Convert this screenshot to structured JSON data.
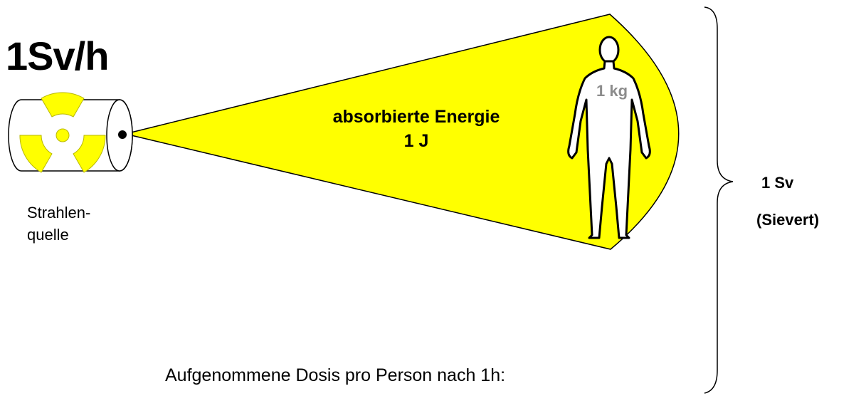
{
  "dose_rate": "1Sv/h",
  "source": {
    "label_line1": "Strahlen-",
    "label_line2": "quelle",
    "icon": "radiation-trefoil-icon"
  },
  "beam": {
    "label_line1": "absorbierte Energie",
    "label_line2": "1 J",
    "color": "#ffff00"
  },
  "person": {
    "mass_label": "1 kg",
    "icon": "human-figure-icon"
  },
  "result": {
    "value": "1 Sv",
    "unit_name": "(Sievert)"
  },
  "caption": "Aufgenommene Dosis pro Person nach 1h:"
}
